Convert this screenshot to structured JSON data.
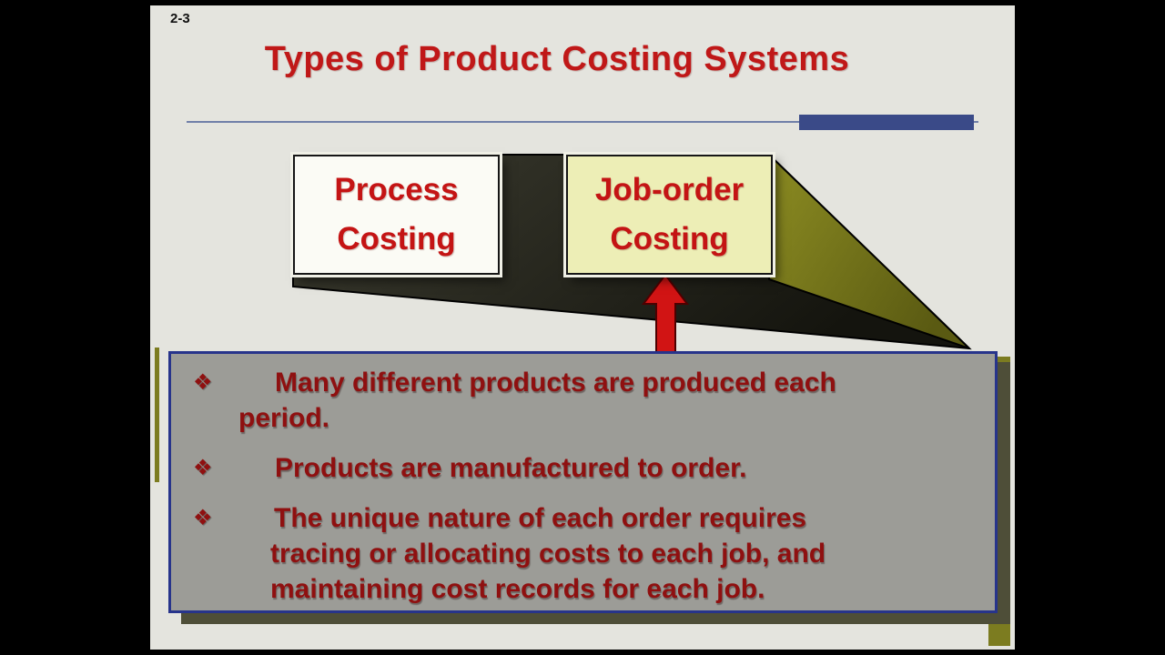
{
  "slide": {
    "number": "2-3",
    "title": "Types of Product Costing Systems"
  },
  "diagram": {
    "process_box": "Process\nCosting",
    "job_order_box": "Job-order\nCosting"
  },
  "panel": {
    "bullets": [
      {
        "marker": "❖",
        "text": "Many different products are produced each\nperiod."
      },
      {
        "marker": "❖",
        "text": "Products are manufactured to order."
      },
      {
        "marker": "❖",
        "text": "The unique nature of each order requires\ntracing or allocating costs to each job, and\nmaintaining cost records for each job."
      }
    ]
  },
  "colors": {
    "title_red": "#c01818",
    "box_text_red": "#c41414",
    "bullet_red": "#8f1010",
    "panel_bg": "#9c9c97",
    "panel_border": "#27348b",
    "wedge_dark": "#22221a",
    "wedge_olive": "#73731c",
    "divider_blue": "#3a4a88",
    "arrow_red": "#d11414"
  }
}
